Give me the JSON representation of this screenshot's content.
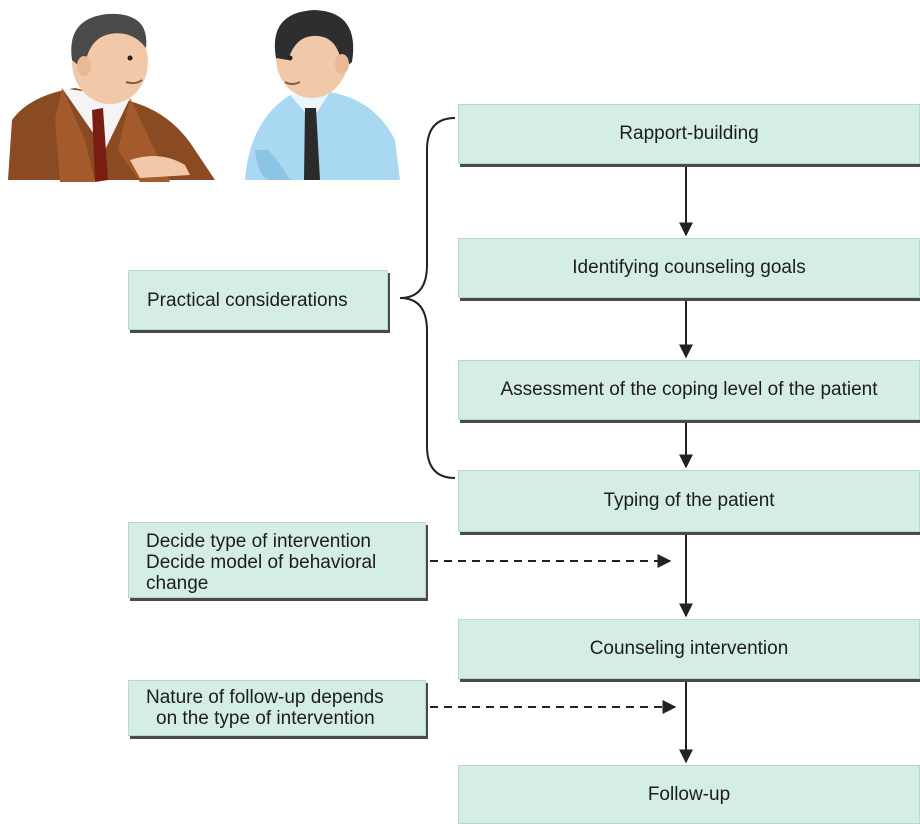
{
  "steps": [
    "Rapport-building",
    "Identifying counseling goals",
    "Assessment of the coping level of the patient",
    "Typing of the patient",
    "Counseling intervention",
    "Follow-up"
  ],
  "notes": {
    "practical": [
      "Practical considerations"
    ],
    "intervention": [
      "Decide type of intervention",
      "Decide model of behavioral",
      "change"
    ],
    "followup": [
      "Nature of follow-up depends",
      "on the type of intervention"
    ]
  },
  "colors": {
    "box_fill": "#d4ede5",
    "box_shadow": "#4a4a4a",
    "arrow": "#222222"
  }
}
